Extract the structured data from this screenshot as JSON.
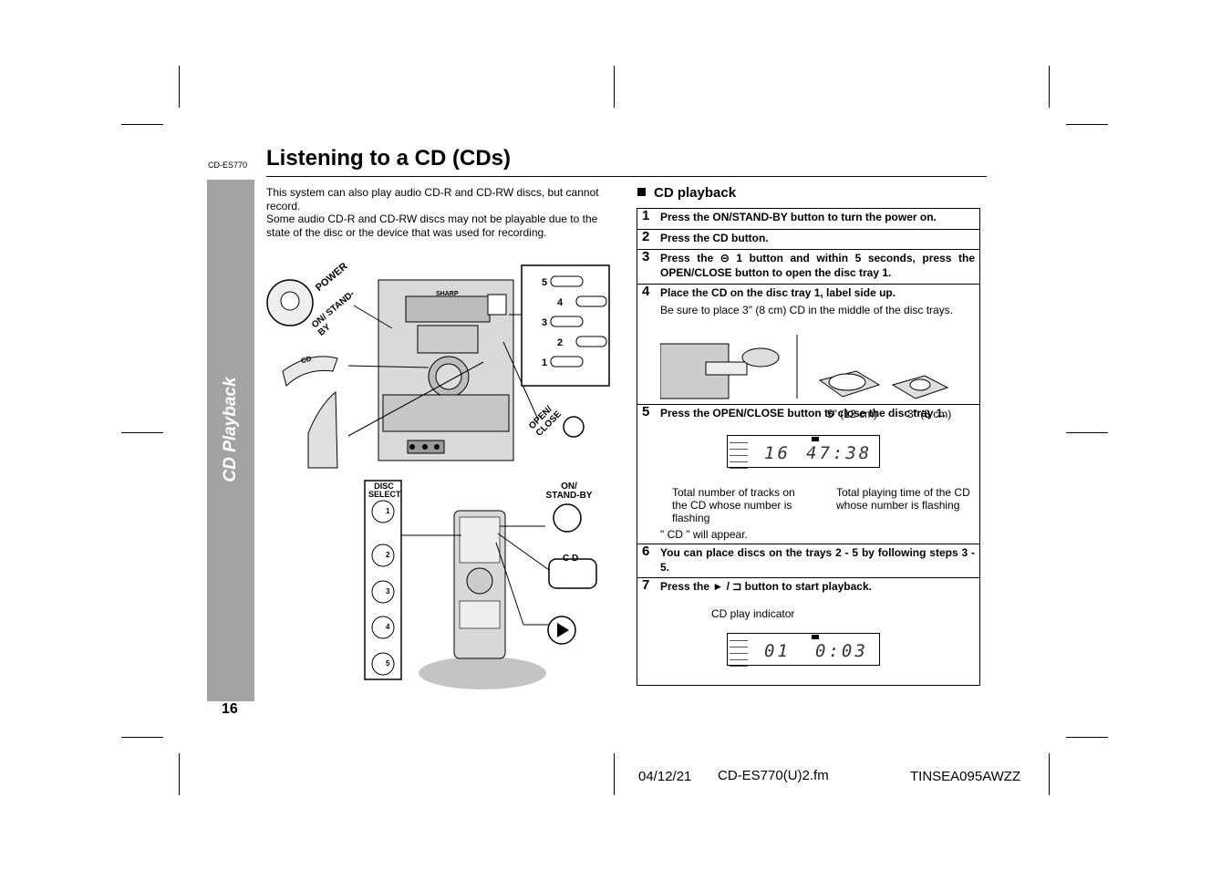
{
  "header": {
    "model_tag": "CD-ES770",
    "title": "Listening to a CD (CDs)"
  },
  "sidebar": {
    "label": "CD Playback"
  },
  "intro": {
    "line1": "This system can also play audio CD-R and CD-RW discs, but cannot record.",
    "line2": "Some audio CD-R and CD-RW discs may not be playable due to the state of the disc or the device that was used for recording."
  },
  "illustration": {
    "power_label": "POWER",
    "on_standby_label": "ON/ STAND-BY",
    "cd_label": "CD",
    "open_close_label": "OPEN/ CLOSE",
    "brand": "SHARP",
    "disc_numbers": [
      "5",
      "4",
      "3",
      "2",
      "1"
    ],
    "disc_select_label": "DISC SELECT",
    "remote_on_standby": "ON/ STAND-BY",
    "remote_cd": "C D",
    "remote_disc_buttons": [
      "1",
      "2",
      "3",
      "4",
      "5"
    ]
  },
  "section": {
    "heading": "CD playback"
  },
  "steps": [
    {
      "num": "1",
      "text": "Press the ON/STAND-BY button to turn the power on."
    },
    {
      "num": "2",
      "text": "Press the CD button."
    },
    {
      "num": "3",
      "text": "Press the ⊝ 1 button and within 5 seconds, press the OPEN/CLOSE button to open the disc tray 1."
    },
    {
      "num": "4",
      "text": "Place the CD on the disc tray 1, label side up.",
      "sub": "Be sure to place 3\" (8 cm) CD in the middle of the disc trays.",
      "size5": "5\" (12 cm)",
      "size3": "3\" (8 cm)"
    },
    {
      "num": "5",
      "text": "Press the OPEN/CLOSE button to close the disc tray 1.",
      "lcd_tracks": "16",
      "lcd_time": "47:38",
      "caption_left": "Total number of tracks on the CD whose number is flashing",
      "caption_right": "Total playing time of the CD whose number is flashing",
      "appear_note": "\" CD \" will appear."
    },
    {
      "num": "6",
      "text": "You can place discs on the trays 2 - 5 by following steps 3 - 5."
    },
    {
      "num": "7",
      "text": "Press the ► / ⊐ button to start playback.",
      "indicator_label": "CD play indicator",
      "lcd_track": "01",
      "lcd_time": "0:03"
    }
  ],
  "footer": {
    "page_number": "16",
    "date": "04/12/21",
    "file": "CD-ES770(U)2.fm",
    "code": "TINSEA095AWZZ"
  }
}
